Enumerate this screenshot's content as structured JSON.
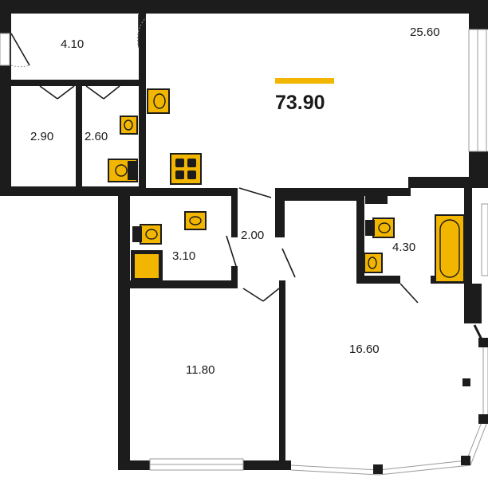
{
  "plan": {
    "total_area": "73.90",
    "accent_color": "#F2B600",
    "wall_color": "#1C1C1C",
    "rooms": [
      {
        "id": "entry_closet",
        "area": "4.10"
      },
      {
        "id": "kitchen_living",
        "area": "25.60"
      },
      {
        "id": "storage_left",
        "area": "2.90"
      },
      {
        "id": "storage_right",
        "area": "2.60"
      },
      {
        "id": "bathroom_left",
        "area": "3.10"
      },
      {
        "id": "hallway",
        "area": "2.00"
      },
      {
        "id": "bathroom_right",
        "area": "4.30"
      },
      {
        "id": "bedroom_left",
        "area": "11.80"
      },
      {
        "id": "bedroom_right",
        "area": "16.60"
      }
    ],
    "fixtures": [
      "sink-icon",
      "toilet-icon",
      "stove-icon",
      "shower-tray-icon",
      "bathtub-icon",
      "washing-machine-icon"
    ]
  }
}
